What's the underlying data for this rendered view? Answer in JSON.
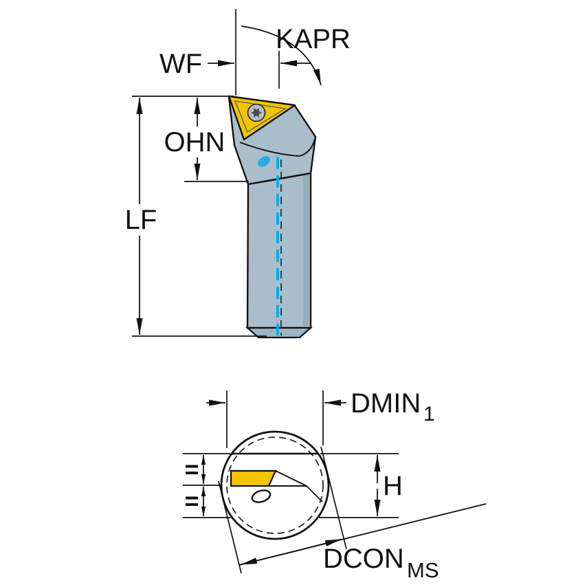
{
  "drawing": {
    "labels": {
      "kapr": "KAPR",
      "wf": "WF",
      "ohn": "OHN",
      "lf": "LF",
      "dmin": "DMIN",
      "dmin_sub": "1",
      "h": "H",
      "dcon": "DCON",
      "dcon_sub": "MS",
      "equal_upper": "=",
      "equal_lower": "="
    },
    "colors": {
      "insert": "#F2C500",
      "body": "#A9BECB",
      "body_shade": "#95ACB9",
      "chamfer": "#9FB4C1",
      "screw": "#B7BEC4",
      "screw_torx": "#474D52",
      "coolant": "#2BA9E1",
      "centerline": "#00AEEF",
      "line": "#111111",
      "background": "#FFFFFF"
    }
  }
}
